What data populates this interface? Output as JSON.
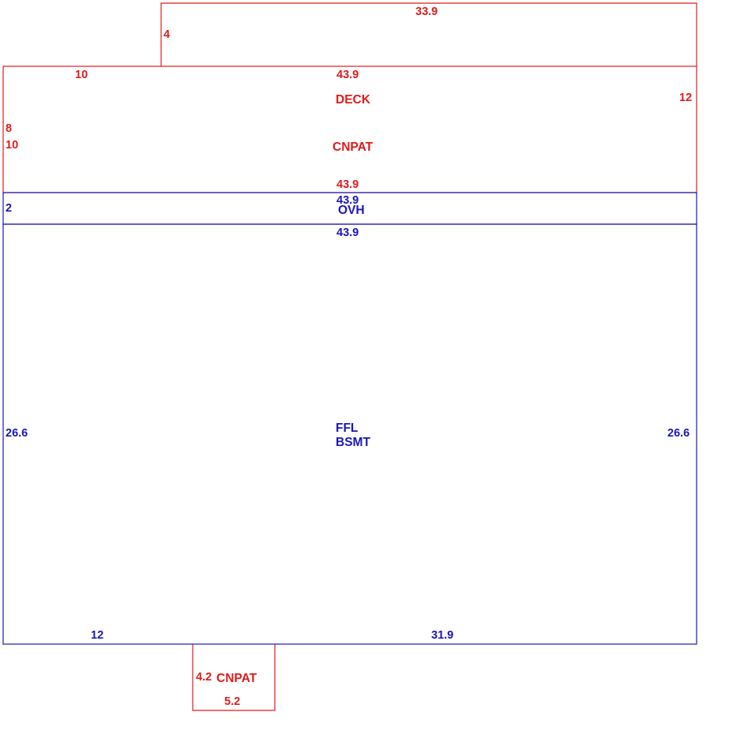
{
  "colors": {
    "red": "#e01b1b",
    "blue": "#1a17b8",
    "background": "#ffffff"
  },
  "top_addition": {
    "width_label": "33.9",
    "depth_label": "4"
  },
  "deck": {
    "top_left_label": "10",
    "top_label": "43.9",
    "name": "DECK",
    "right_label": "12",
    "left_label_upper": "8",
    "left_label_lower": "10",
    "sub_name": "CNPAT",
    "bottom_label": "43.9"
  },
  "overhang": {
    "top_label": "43.9",
    "name": "OVH",
    "left_label": "2",
    "bottom_label": "43.9"
  },
  "basement": {
    "name_line1": "FFL",
    "name_line2": "BSMT",
    "left_label": "26.6",
    "right_label": "26.6",
    "bottom_left_label": "12",
    "bottom_right_label": "31.9"
  },
  "front_patio": {
    "name": "CNPAT",
    "depth_label": "4.2",
    "width_label": "5.2"
  }
}
